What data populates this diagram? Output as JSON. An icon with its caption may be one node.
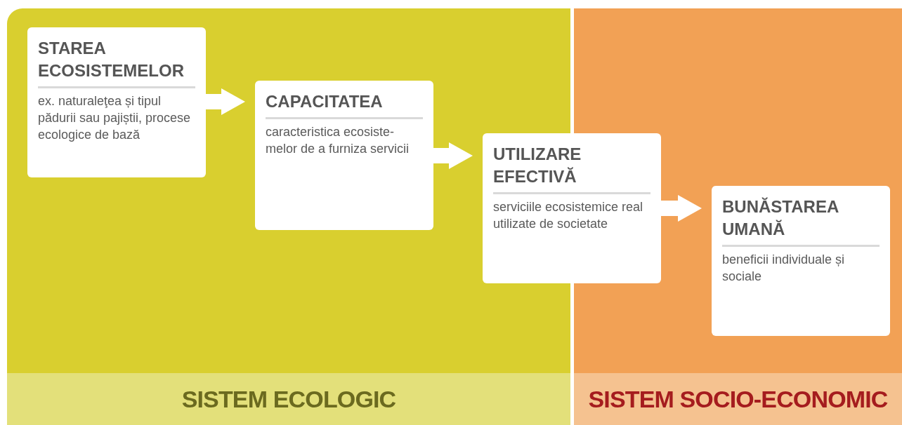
{
  "diagram": {
    "nodes": [
      {
        "text": [
          "SISTEM ECOLOGIC"
        ]
      },
      {
        "text": [
          "STAREA ECOSISTEMELOR",
          "ex. naturaleţea și tipul pădurii sau pajiștii, procese ecologice de bază"
        ],
        "in": 0
      },
      {
        "text": [
          "CAPACITATEA",
          "caracteristica ecosiste-melor de a furniza servicii"
        ],
        "in": 0
      },
      {
        "text": [
          "SISTEM SOCIO-ECONOMIC"
        ]
      },
      {
        "text": [
          "UTILIZARE EFECTIVĂ",
          "serviciile ecosistemice real utilizate de societate"
        ]
      },
      {
        "text": [
          "BUNĂSTAREA UMANĂ",
          "beneficii individuale și sociale"
        ],
        "in": 3
      }
    ],
    "edges": [
      {
        "from": 1,
        "to": 2,
        "arrow": "to"
      },
      {
        "from": 2,
        "to": 4,
        "arrow": "to"
      },
      {
        "from": 4,
        "to": 5,
        "arrow": "to"
      }
    ]
  }
}
